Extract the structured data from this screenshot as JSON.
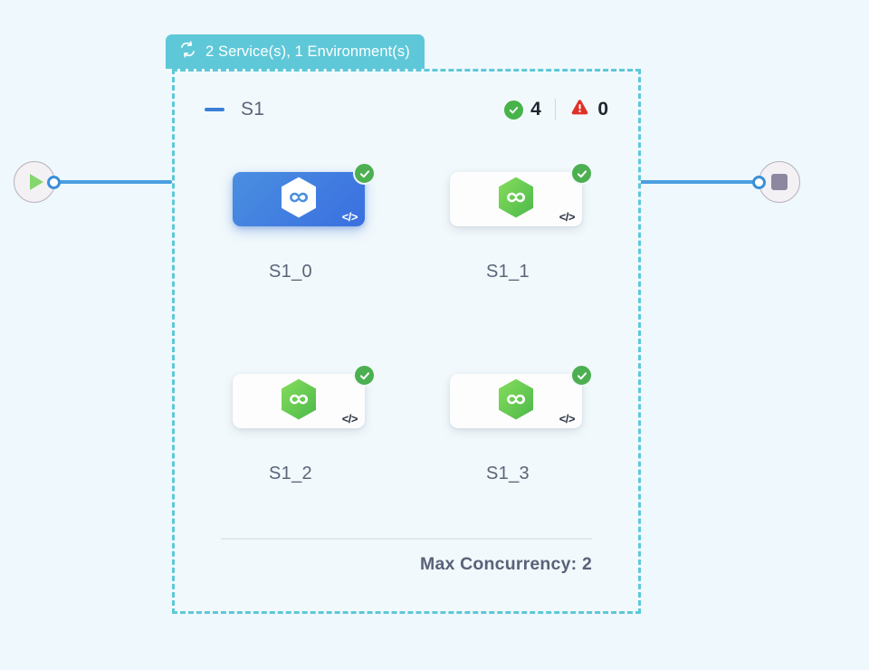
{
  "page": {
    "background_color": "#eff8fc"
  },
  "graph": {
    "start_node": {
      "icon": "play-icon",
      "name": "start-node"
    },
    "end_node": {
      "icon": "stop-icon",
      "name": "end-node"
    },
    "edge_color": "#4a9fe0"
  },
  "group": {
    "tab_label": "2 Service(s), 1 Environment(s)",
    "tab_icon": "sync-icon",
    "tab_color": "#5ec8d8",
    "border_color": "#5ec8d8",
    "section": {
      "collapse_icon": "minus-icon",
      "title": "S1",
      "stats": {
        "success_icon": "check-circle-icon",
        "success_count": "4",
        "warning_icon": "warning-triangle-icon",
        "warning_count": "0",
        "success_color": "#47b34a",
        "warning_color": "#e03127"
      }
    },
    "services": [
      {
        "label": "S1_0",
        "selected": true,
        "status": "ok",
        "badge_icon": "check-circle-icon",
        "code_icon": "code-icon",
        "code_glyph": "</>",
        "logo": "hexagon-infinity-icon"
      },
      {
        "label": "S1_1",
        "selected": false,
        "status": "ok",
        "badge_icon": "check-circle-icon",
        "code_icon": "code-icon",
        "code_glyph": "</>",
        "logo": "hexagon-infinity-icon"
      },
      {
        "label": "S1_2",
        "selected": false,
        "status": "ok",
        "badge_icon": "check-circle-icon",
        "code_icon": "code-icon",
        "code_glyph": "</>",
        "logo": "hexagon-infinity-icon"
      },
      {
        "label": "S1_3",
        "selected": false,
        "status": "ok",
        "badge_icon": "check-circle-icon",
        "code_icon": "code-icon",
        "code_glyph": "</>",
        "logo": "hexagon-infinity-icon"
      }
    ],
    "footer": {
      "max_concurrency_label": "Max Concurrency: 2"
    }
  }
}
